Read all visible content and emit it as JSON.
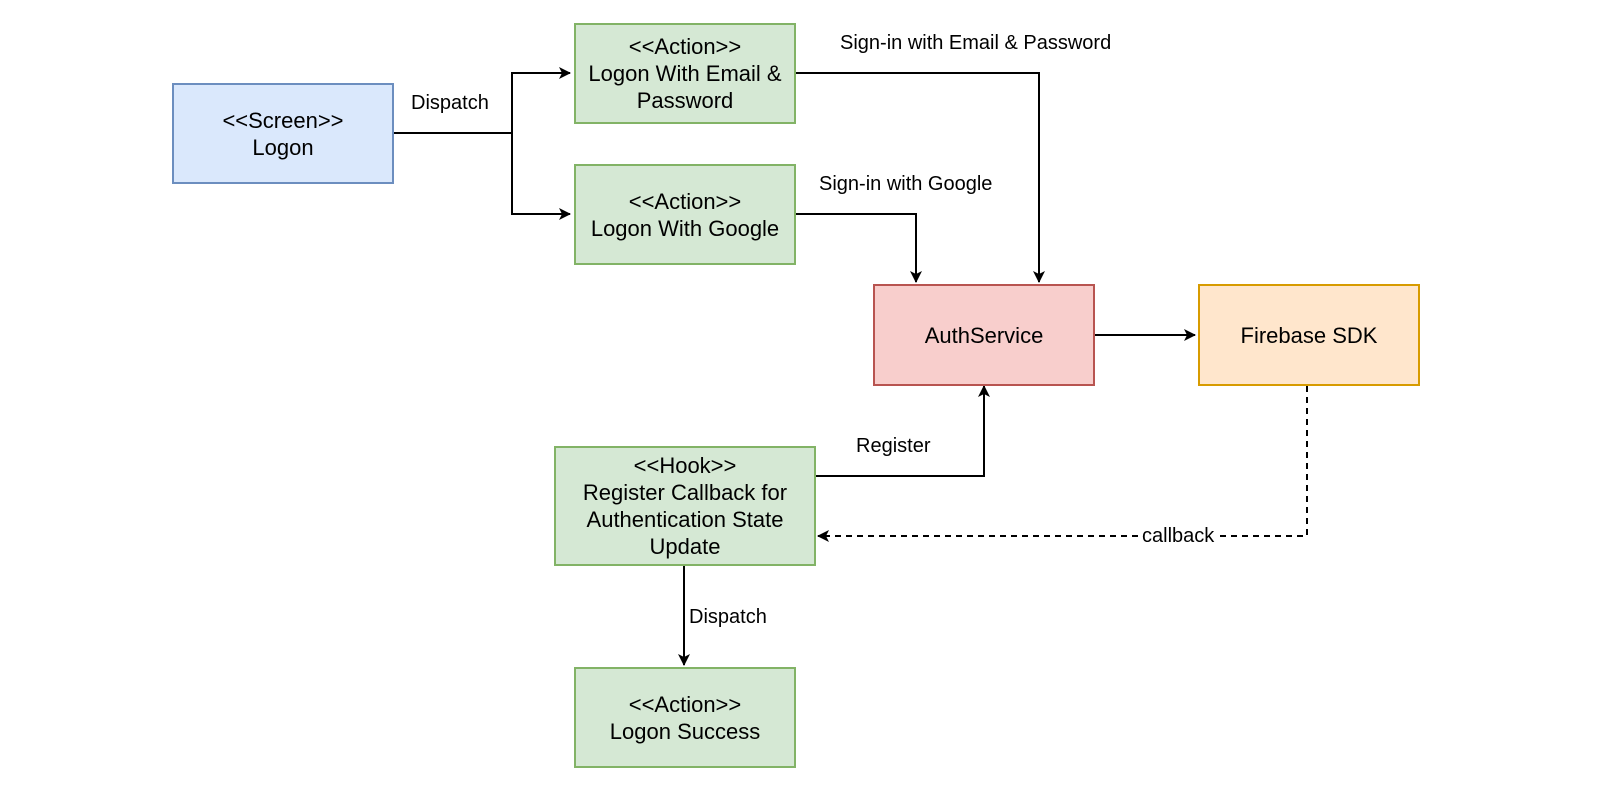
{
  "nodes": {
    "logon_screen": {
      "stereotype": "<<Screen>>",
      "name": "Logon"
    },
    "logon_email": {
      "stereotype": "<<Action>>",
      "name": "Logon With Email & Password"
    },
    "logon_google": {
      "stereotype": "<<Action>>",
      "name": "Logon With Google"
    },
    "auth_service": {
      "name": "AuthService"
    },
    "firebase_sdk": {
      "name": "Firebase SDK"
    },
    "register_hook": {
      "stereotype": "<<Hook>>",
      "name": "Register Callback for Authentication State Update"
    },
    "logon_success": {
      "stereotype": "<<Action>>",
      "name": "Logon Success"
    }
  },
  "edges": {
    "dispatch_top": "Dispatch",
    "signin_email": "Sign-in with Email & Password",
    "signin_google": "Sign-in with Google",
    "register": "Register",
    "callback": "callback",
    "dispatch_bottom": "Dispatch"
  },
  "colors": {
    "screen_fill": "#dae8fc",
    "screen_stroke": "#6c8ebf",
    "action_fill": "#d5e8d4",
    "action_stroke": "#82b366",
    "service_fill": "#f8cecc",
    "service_stroke": "#b85450",
    "sdk_fill": "#ffe6cc",
    "sdk_stroke": "#d79b00",
    "line": "#000000"
  }
}
